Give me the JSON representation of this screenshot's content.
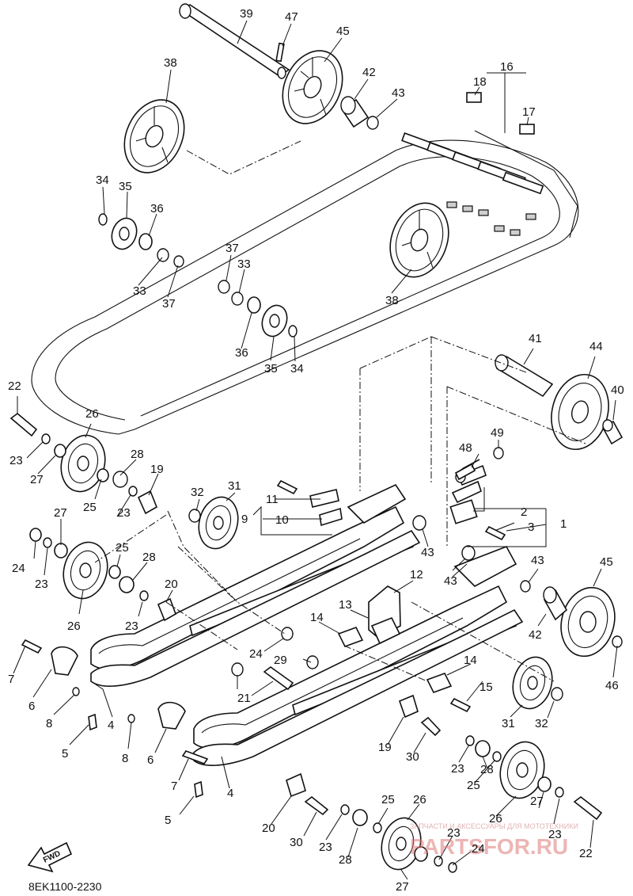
{
  "diagram": {
    "code": "8EK1100-2230",
    "fwd_label": "FWD",
    "watermark": {
      "text": "PARTSFOR.RU",
      "subtext": "ЗАПЧАСТИ И АКСЕССУАРЫ ДЛЯ МОТОТЕХНИКИ"
    },
    "callouts": [
      "39",
      "47",
      "45",
      "42",
      "43",
      "38",
      "16",
      "18",
      "17",
      "34",
      "35",
      "36",
      "37",
      "33",
      "33",
      "37",
      "37",
      "33",
      "38",
      "36",
      "35",
      "34",
      "41",
      "44",
      "40",
      "22",
      "26",
      "23",
      "27",
      "28",
      "19",
      "25",
      "32",
      "31",
      "11",
      "9",
      "10",
      "48",
      "49",
      "2",
      "3",
      "1",
      "43",
      "23",
      "27",
      "24",
      "23",
      "25",
      "28",
      "20",
      "43",
      "43",
      "45",
      "12",
      "13",
      "14",
      "24",
      "26",
      "23",
      "29",
      "7",
      "6",
      "8",
      "21",
      "4",
      "14",
      "15",
      "42",
      "46",
      "31",
      "32",
      "5",
      "8",
      "6",
      "19",
      "30",
      "23",
      "28",
      "7",
      "4",
      "25",
      "20",
      "30",
      "25",
      "26",
      "27",
      "23",
      "22",
      "28",
      "27",
      "23",
      "24",
      "5"
    ]
  }
}
